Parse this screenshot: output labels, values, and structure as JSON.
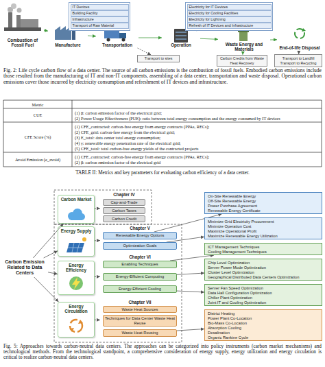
{
  "diagram": {
    "nodes": [
      {
        "text": [
          "Combustion of Fossil Fuel"
        ]
      },
      {
        "text": [
          "IT Devices",
          "Building Facility",
          "Infrastructure",
          "Transport of Raw Material"
        ]
      },
      {
        "text": [
          "Manufacture"
        ]
      },
      {
        "text": [
          "Transportation"
        ]
      },
      {
        "text": [
          "Electricity for IT Devices",
          "Electricity for Cooling Facilities",
          "Electricity for Lightning",
          "Refresh of IT Devices and Infrastructure"
        ]
      },
      {
        "text": [
          "Operation"
        ]
      },
      {
        "text": [
          "Waste Energy and Materials"
        ]
      },
      {
        "text": [
          "End-of-life Disposal"
        ]
      },
      {
        "text": [
          "Transport to sites"
        ]
      },
      {
        "text": [
          "Carbon Credits from Waste Heat Recovery"
        ]
      },
      {
        "text": [
          "Transport to Landfill",
          "Transport to Recycling"
        ]
      },
      {
        "text": [
          "Carbon Emission Related to Data Centers"
        ]
      },
      {
        "text": [
          "Carbon Market"
        ]
      },
      {
        "text": [
          "Energy Supply"
        ]
      },
      {
        "text": [
          "Energy Efficiency"
        ]
      },
      {
        "text": [
          "Energy Circulation"
        ]
      },
      {
        "text": [
          "Chapter IV"
        ]
      },
      {
        "text": [
          "Cap-and-Trade"
        ],
        "in": 16
      },
      {
        "text": [
          "Carbon Taxes"
        ],
        "in": 16
      },
      {
        "text": [
          "Carbon Credit"
        ],
        "in": 16
      },
      {
        "text": [
          "Chapter V"
        ]
      },
      {
        "text": [
          "Renewable Energy Options"
        ],
        "in": 20
      },
      {
        "text": [
          "Optimization Goals"
        ],
        "in": 20
      },
      {
        "text": [
          "Chapter VI"
        ]
      },
      {
        "text": [
          "Enabling Techniques"
        ],
        "in": 23
      },
      {
        "text": [
          "Energy-Efficient Computing"
        ],
        "in": 23
      },
      {
        "text": [
          "Energy-Efficient Cooling"
        ],
        "in": 23
      },
      {
        "text": [
          "Chapter VII"
        ]
      },
      {
        "text": [
          "Waste Heat Sources"
        ],
        "in": 27
      },
      {
        "text": [
          "Techniques for Data Center Waste Heat Reuse"
        ],
        "in": 27
      },
      {
        "text": [
          "Waste Heat Reusing"
        ],
        "in": 27
      },
      {
        "text": [
          "On-Site Renewable Energy",
          "Off-Site Renewable Energy",
          "Power Purchase Agreement",
          "Renewable Energy Certificate"
        ]
      },
      {
        "text": [
          "Minimize Grid Electricity Procurement",
          "Minimize Operation Cost",
          "Maximize Operational Profit",
          "Maximize Renewable Energy Utilization"
        ]
      },
      {
        "text": [
          "ICT Management Techniques",
          "Cooling Management Techniques"
        ]
      },
      {
        "text": [
          "Chip Level Optimization",
          "Server Power Mode Optimization",
          "Cluster Level Optimization",
          "Geographical Distributed Data Centers Optimization"
        ]
      },
      {
        "text": [
          "Server Fan Speed Optimization",
          "Data Hall Configuration Optimization",
          "Chiller Plant Optimization",
          "Joint IT and Cooling Optimization"
        ]
      },
      {
        "text": [
          "District Heating",
          "Power Plant Co-Location",
          "Bio-Mass Co-Location",
          "Absorption Cooling",
          "Desalination",
          "Organic Rankine Cycle"
        ]
      }
    ],
    "edges": [
      {
        "from": 0,
        "to": 2,
        "arrow": "to"
      },
      {
        "from": 1,
        "to": 2,
        "arrow": "none"
      },
      {
        "from": 2,
        "to": 3,
        "arrow": "to"
      },
      {
        "from": 3,
        "to": 5,
        "arrow": "to"
      },
      {
        "from": 4,
        "to": 5,
        "arrow": "none"
      },
      {
        "from": 5,
        "to": 6,
        "arrow": "to"
      },
      {
        "from": 6,
        "to": 7,
        "arrow": "to"
      },
      {
        "from": 3,
        "to": 8,
        "arrow": "to"
      },
      {
        "from": 6,
        "to": 9,
        "arrow": "to"
      },
      {
        "from": 7,
        "to": 10,
        "arrow": "to"
      },
      {
        "from": 11,
        "to": 12,
        "arrow": "to"
      },
      {
        "from": 11,
        "to": 13,
        "arrow": "to"
      },
      {
        "from": 11,
        "to": 14,
        "arrow": "to"
      },
      {
        "from": 11,
        "to": 15,
        "arrow": "to"
      },
      {
        "from": 12,
        "to": 16,
        "arrow": "to"
      },
      {
        "from": 13,
        "to": 20,
        "arrow": "to"
      },
      {
        "from": 14,
        "to": 23,
        "arrow": "to"
      },
      {
        "from": 15,
        "to": 27,
        "arrow": "to"
      },
      {
        "from": 21,
        "to": 31,
        "arrow": "to"
      },
      {
        "from": 22,
        "to": 32,
        "arrow": "to"
      },
      {
        "from": 24,
        "to": 33,
        "arrow": "to"
      },
      {
        "from": 25,
        "to": 34,
        "arrow": "to"
      },
      {
        "from": 26,
        "to": 35,
        "arrow": "to"
      },
      {
        "from": 30,
        "to": 36,
        "arrow": "to"
      }
    ],
    "labels": [
      "Fig. 2: Life cycle carbon flow of a data center. The source of all carbon emissions is the combustion of fossil fuels. Embodied carbon emissions include those resulted from the manufacturing of IT and non-IT components, assembling of a data center, transportation and waste disposal. Operational carbon emissions cover those incurred by electricity consumption and refreshment of IT devices and infrastructure.",
      "Metric",
      "CUE",
      "(1) β: carbon emission factor of the electrical grid;",
      "(2) Power Usage Effectiveness (PUE): ratio between total energy consumption and the energy consumed by IT devices",
      "CFE Score (%)",
      "(1) CFE_contracted: carbon-free energy from energy contracts (PPAs, RECs);",
      "(2) CFE_grid: carbon-free energy from the electrical grid;",
      "(3) E_total: data center total energy consumption;",
      "(4) γ: renewable energy penetration rate of the electrical grid;",
      "(5) CFE_total: total carbon-free energy yields of the contracted projects",
      "Avoid Emission (e_avoid)",
      "(1) CFE_contracted: carbon-free energy from energy contracts (PPAs, RECs);",
      "(2) β: carbon emission factor of the electrical grid",
      "TABLE II: Metrics and key parameters for evaluating carbon efficiency of a data center.",
      "Fig. 5: Approaches towards carbon-neutral data centers. The approaches can be categorized into policy instruments (carbon market mechanisms) and technological methods. From the technological standpoint, a comprehensive consideration of energy supply, energy utilization and energy circulation is critical to realize carbon-neutral data centers."
    ]
  }
}
